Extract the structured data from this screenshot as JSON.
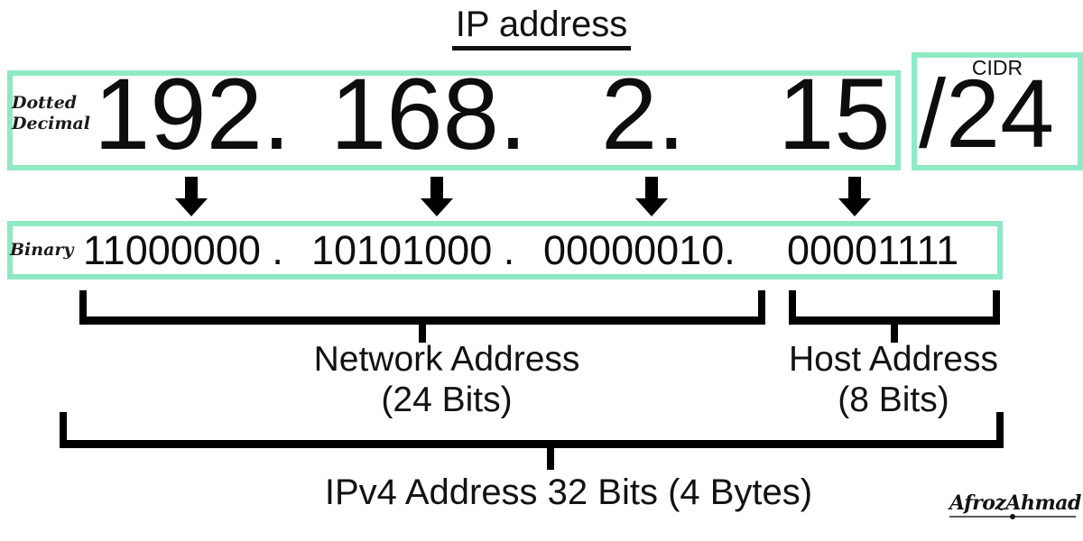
{
  "title": "IP address",
  "decimal_row": {
    "label": "Dotted Decimal",
    "label_line1": "Dotted",
    "label_line2": "Decimal",
    "octets": [
      "192.",
      "168.",
      "2.",
      "15"
    ]
  },
  "cidr": {
    "caption": "CIDR",
    "value": "/24"
  },
  "binary_row": {
    "label": "Binary",
    "octets": [
      "11000000 .",
      "10101000 .",
      "00000010.",
      "00001111"
    ]
  },
  "arrows": {
    "icon": "arrow-down-icon",
    "count": 4
  },
  "segments": {
    "network": {
      "name": "Network Address",
      "bits": "(24 Bits)"
    },
    "host": {
      "name": "Host Address",
      "bits": "(8 Bits)"
    },
    "total": "IPv4 Address 32 Bits (4 Bytes)"
  },
  "watermark": {
    "text": "AfrozAhmad"
  },
  "colors": {
    "box_border": "#8fe9c4",
    "text": "#111111",
    "background": "#ffffff",
    "bracket": "#000000"
  }
}
